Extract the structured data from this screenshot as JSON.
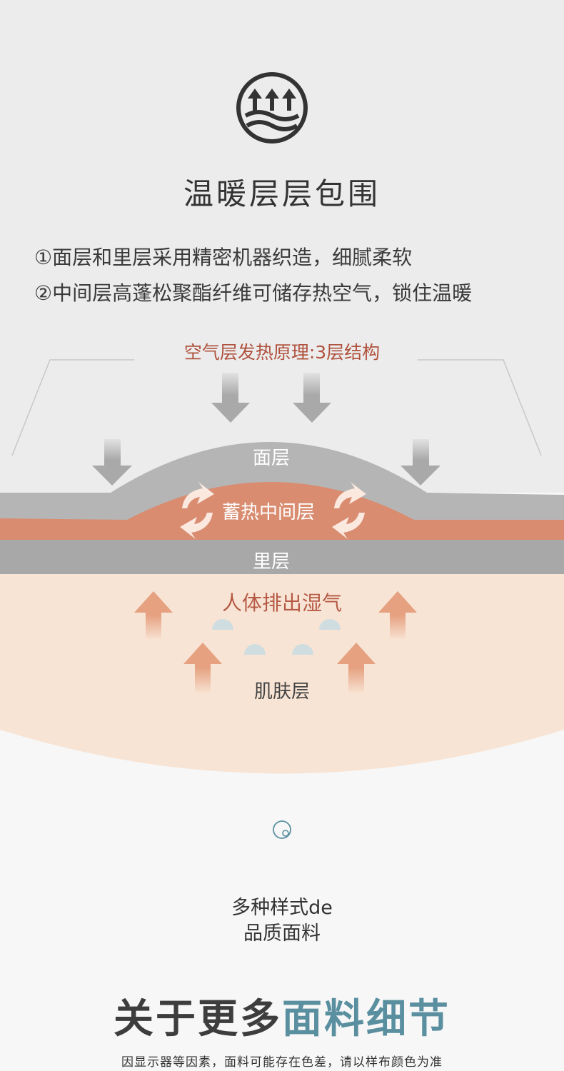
{
  "warmth": {
    "icon": "heat-rising-icon",
    "title": "温暖层层包围",
    "features": [
      "①面层和里层采用精密机器织造，细腻柔软",
      "②中间层高蓬松聚酯纤维可储存热空气，锁住温暖"
    ]
  },
  "diagram": {
    "title": "空气层发热原理:3层结构",
    "face_layer": "面层",
    "middle_layer": "蓄热中间层",
    "lining_layer": "里层",
    "moisture": "人体排出湿气",
    "skin_layer": "肌肤层"
  },
  "styles": {
    "icon": "loading-circle-icon",
    "line1": "多种样式de",
    "line2": "品质面料"
  },
  "headline": {
    "part1": "关于更多",
    "part2": "面料细节"
  },
  "disclaimer": "因显示器等因素，面料可能存在色差，请以样布颜色为准",
  "colors": {
    "accent": "#5a8fa0",
    "title_red": "#b0523e",
    "layer_gray": "#b5b5b5",
    "layer_orange": "#d98c70",
    "skin": "#f8e4d4"
  }
}
